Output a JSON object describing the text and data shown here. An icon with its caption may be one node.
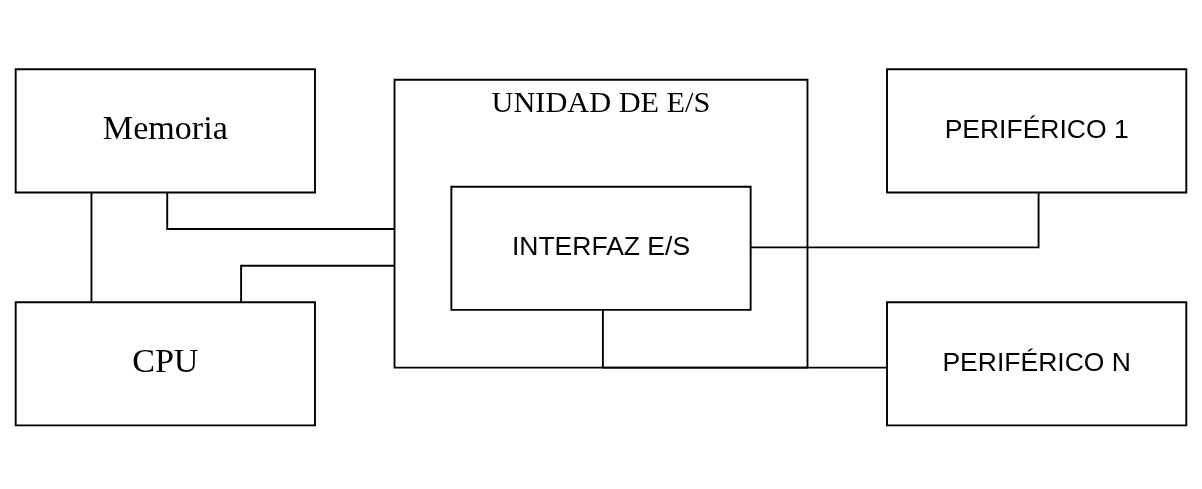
{
  "diagram": {
    "nodes": [
      {
        "text": [
          "Memoria"
        ]
      },
      {
        "text": [
          "CPU"
        ]
      },
      {
        "text": [
          "UNIDAD DE E/S"
        ]
      },
      {
        "text": [
          "INTERFAZ E/S"
        ],
        "in": 2
      },
      {
        "text": [
          "PERIFÉRICO 1"
        ]
      },
      {
        "text": [
          "PERIFÉRICO N"
        ]
      }
    ],
    "edges": [
      {
        "from": 0,
        "to": 1,
        "arrow": "none"
      },
      {
        "from": 0,
        "to": 2,
        "arrow": "none"
      },
      {
        "from": 1,
        "to": 2,
        "arrow": "none"
      },
      {
        "from": 3,
        "to": 4,
        "arrow": "none"
      },
      {
        "from": 3,
        "to": 5,
        "arrow": "none"
      }
    ]
  }
}
